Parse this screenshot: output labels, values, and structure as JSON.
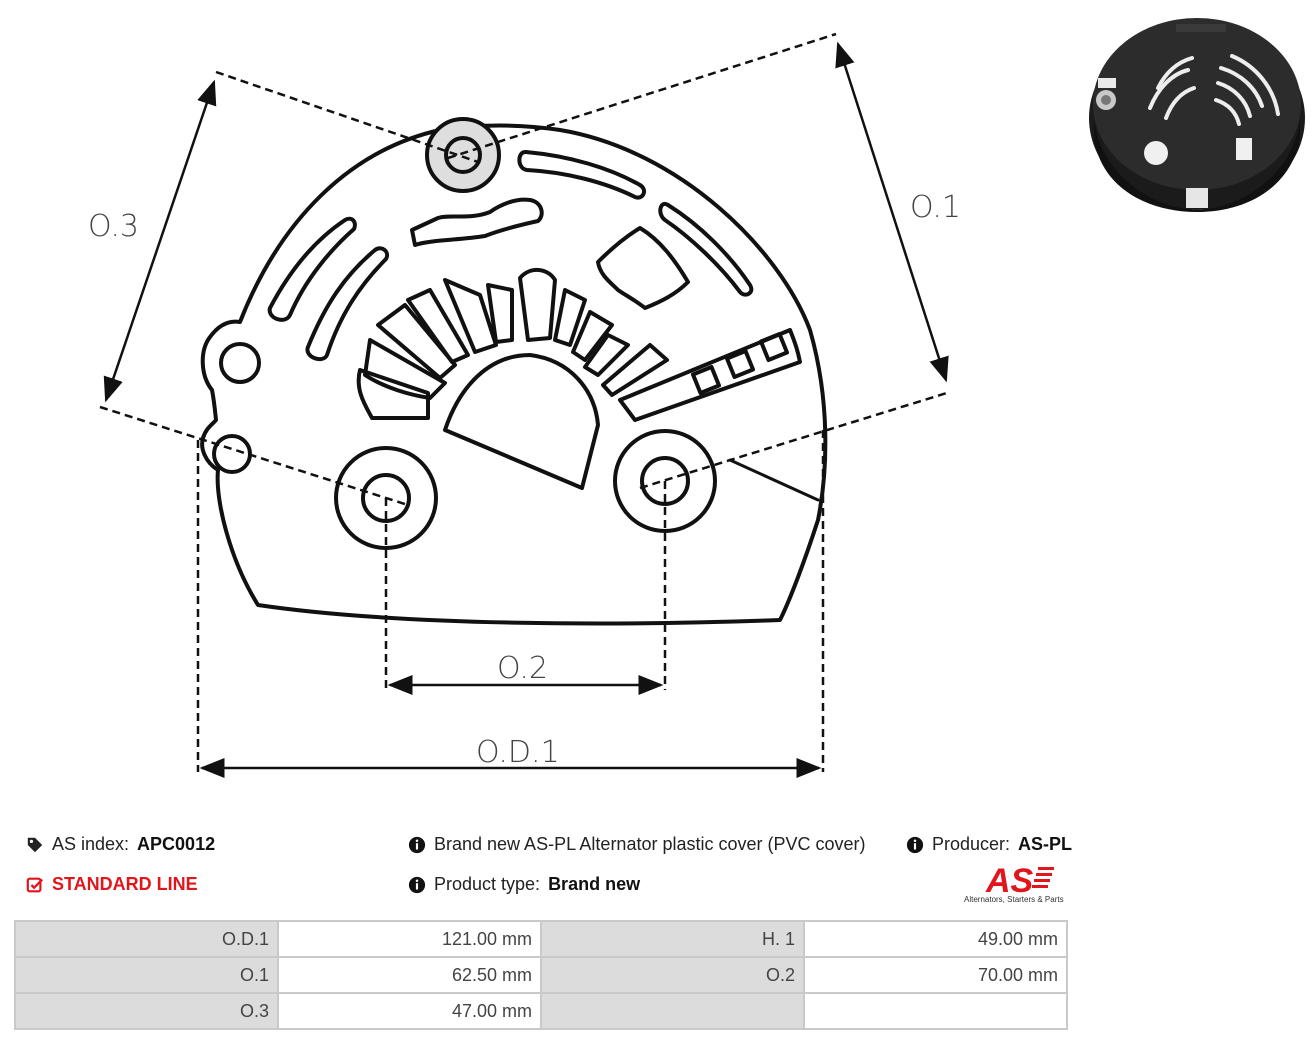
{
  "diagram": {
    "labels": {
      "o3": "O.3",
      "o1": "O.1",
      "o2": "O.2",
      "od1": "O.D.1"
    }
  },
  "product": {
    "as_index_label": "AS index:",
    "as_index_value": "APC0012",
    "line": "STANDARD LINE",
    "description": "Brand new AS-PL Alternator plastic cover (PVC cover)",
    "type_label": "Product type:",
    "type_value": "Brand new",
    "producer_label": "Producer:",
    "producer_value": "AS-PL",
    "logo_text": "AS",
    "logo_tagline": "Alternators, Starters & Parts"
  },
  "colors": {
    "accent_red": "#e0161c",
    "table_key_bg": "#dcdcdc",
    "table_border": "#c9c9c9"
  },
  "specs": {
    "rows": [
      [
        {
          "k": "O.D.1",
          "v": "121.00 mm"
        },
        {
          "k": "H. 1",
          "v": "49.00 mm"
        }
      ],
      [
        {
          "k": "O.1",
          "v": "62.50 mm"
        },
        {
          "k": "O.2",
          "v": "70.00 mm"
        }
      ],
      [
        {
          "k": "O.3",
          "v": "47.00 mm"
        },
        {
          "k": "",
          "v": ""
        }
      ]
    ]
  }
}
